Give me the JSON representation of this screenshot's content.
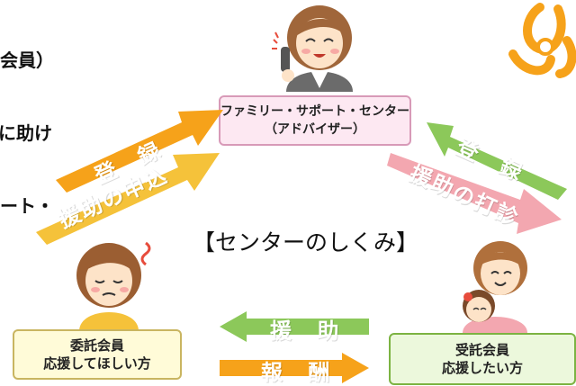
{
  "intro_text": {
    "lines": [
      "会員）",
      "に助け",
      "ート・"
    ]
  },
  "nodes": {
    "center": {
      "line1": "ファミリー・サポート・センター",
      "line2": "（アドバイザー）"
    },
    "left": {
      "line1": "委託会員",
      "line2": "応援してほしい方"
    },
    "right": {
      "line1": "受託会員",
      "line2": "応援したい方"
    }
  },
  "title": "【センターのしくみ】",
  "arrows": {
    "left_register": "登 録",
    "left_request": "援助の申込",
    "right_register": "登 録",
    "right_arrange": "援助の打診",
    "bottom_assist": "援 助",
    "bottom_reward": "報 酬"
  },
  "colors": {
    "orange": "#f6a21a",
    "yellow": "#f5c23a",
    "green": "#8cc85a",
    "pink": "#f3a7b0"
  }
}
